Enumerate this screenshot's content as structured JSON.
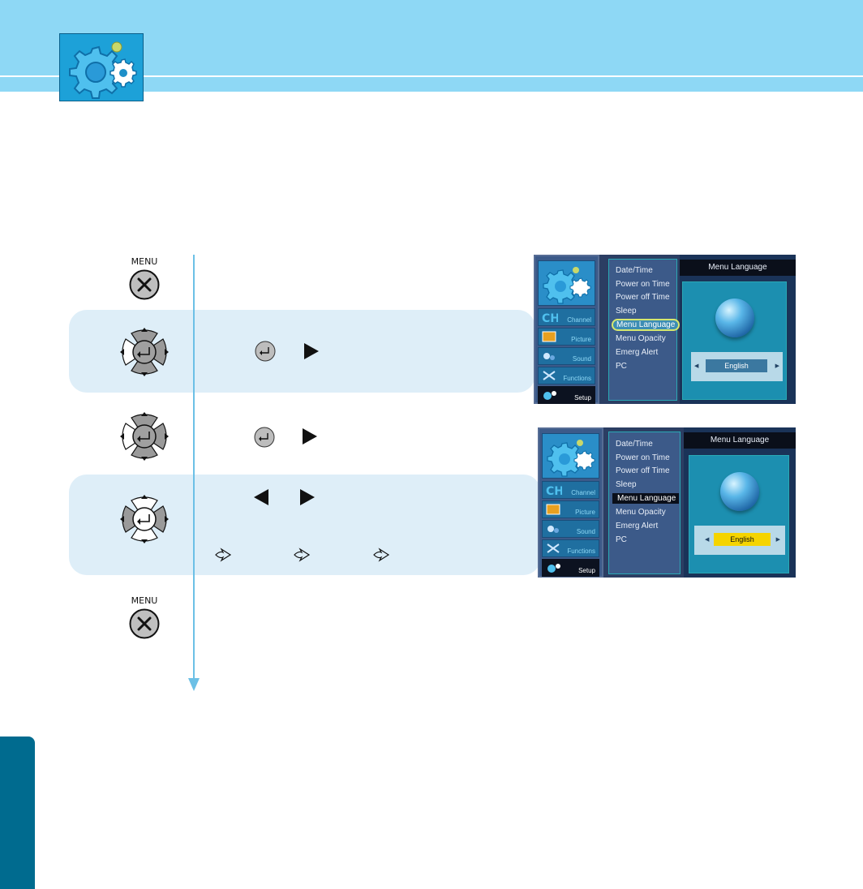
{
  "colors": {
    "header_bg": "#8ed8f5",
    "band_bg": "#deeef8",
    "arrow": "#6cc0e6",
    "side_tab": "#006b8f",
    "osd_highlight_yellow": "#f5d400"
  },
  "buttons": {
    "menu_label": "MENU"
  },
  "icons": {
    "header": "setup-gear-icon",
    "menu_button": "close-x-icon",
    "dpad": "navigation-pad-icon",
    "enter": "enter-return-icon",
    "right": "triangle-right-icon",
    "left": "triangle-left-icon",
    "sequence": "outline-arrow-right-icon",
    "globe": "globe-icon"
  },
  "osd": {
    "tabs": [
      "Channel",
      "Picture",
      "Sound",
      "Functions",
      "Setup"
    ],
    "items": [
      "Date/Time",
      "Power on Time",
      "Power off Time",
      "Sleep",
      "Menu Language",
      "Menu Opacity",
      "Emerg Alert",
      "PC"
    ],
    "title": "Menu Language",
    "value": "English"
  }
}
